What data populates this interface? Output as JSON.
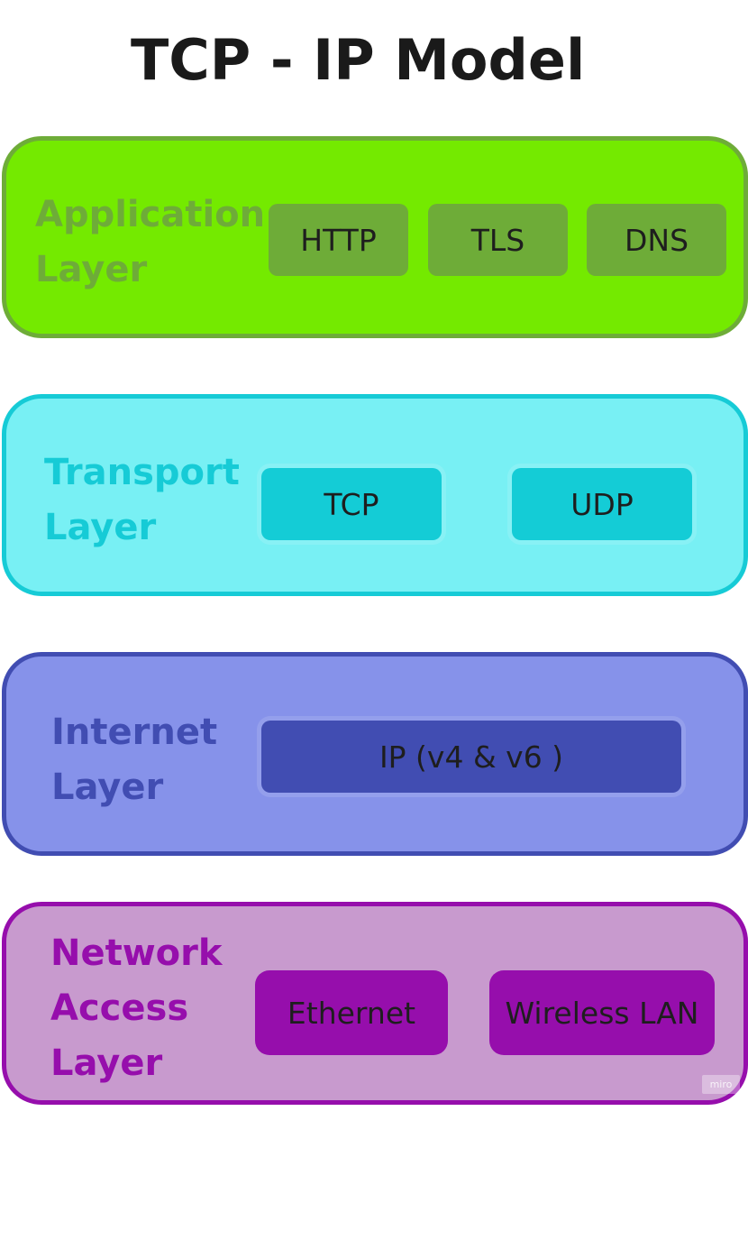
{
  "title": "TCP - IP Model",
  "colors": {
    "application_fill": "#74ea00",
    "application_accent": "#6eac38",
    "transport_fill": "#78f0f4",
    "transport_accent": "#16cbd6",
    "internet_fill": "#8692ea",
    "internet_accent": "#414db2",
    "network_access_fill": "#c89ace",
    "network_access_accent": "#960eac"
  },
  "layers": [
    {
      "label_lines": [
        "Application",
        "Layer"
      ],
      "protocols": [
        "HTTP",
        "TLS",
        "DNS"
      ]
    },
    {
      "label_lines": [
        "Transport",
        "Layer"
      ],
      "protocols": [
        "TCP",
        "UDP"
      ]
    },
    {
      "label_lines": [
        "Internet",
        "Layer"
      ],
      "protocols": [
        "IP (v4 & v6 )"
      ]
    },
    {
      "label_lines": [
        "Network",
        "Access",
        "Layer"
      ],
      "protocols": [
        "Ethernet",
        "Wireless LAN"
      ]
    }
  ],
  "watermark": "miro"
}
